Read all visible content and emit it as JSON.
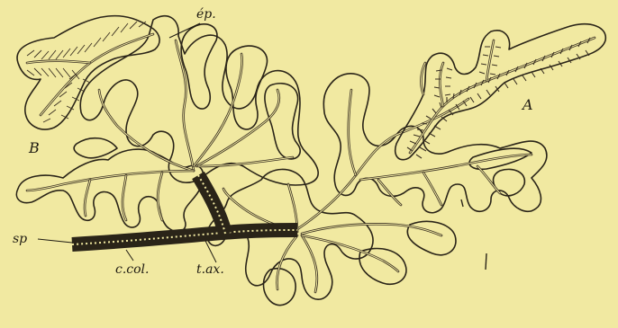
{
  "labels": {
    "ep": "ép.",
    "a": "A",
    "b": "B",
    "sp": "sp",
    "ccol": "c.col.",
    "tax": "t.ax."
  },
  "colors": {
    "background": "#f1e9a1",
    "ink": "#2a2418"
  }
}
